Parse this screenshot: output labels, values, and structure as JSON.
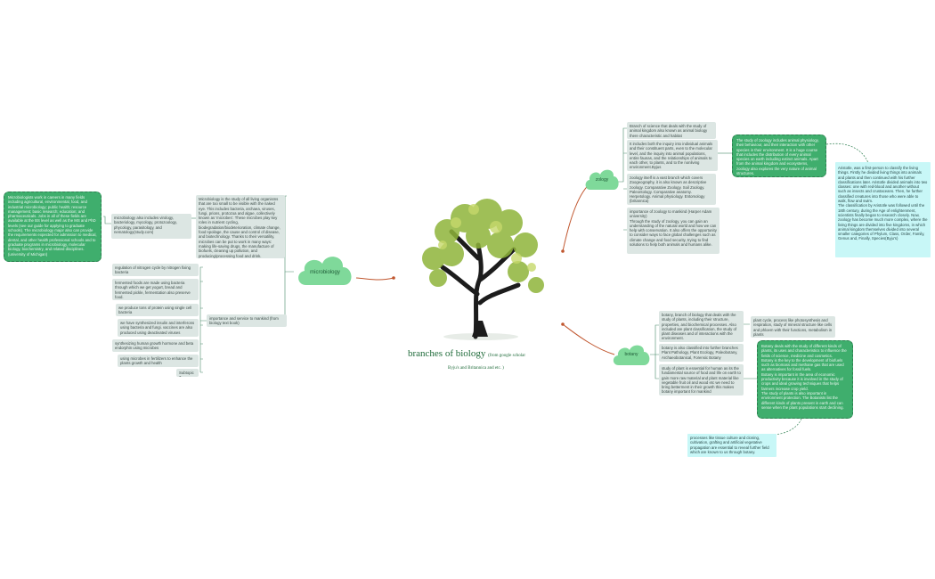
{
  "central": {
    "title": "branches of biology",
    "source": "(from google scholar",
    "source2": "Byju's and Britannica and etc. )"
  },
  "colors": {
    "cloud": "#7fd99a",
    "connector": "#c0562e",
    "grey_box": "#dce6e3",
    "green_box": "#3fae6d",
    "cyan_box": "#c8f7f7",
    "tree_foliage": "#8fb43a",
    "tree_trunk": "#1c1c1c"
  },
  "icons": {
    "central_image": "tree-illustration"
  },
  "microbiology": {
    "label": "microbiology",
    "definition": "Microbiology is the study of all living organisms that are too small to be visible with the naked eye. This includes bacteria, archaea, viruses, fungi, prions, protozoa and algae, collectively known as 'microbes'. These microbes play key roles in nutrient cycling, biodegradation/biodeterioration, climate change, food spoilage, the cause and control of disease, and biotechnology. Thanks to their versatility, microbes can be put to work in many ways: making life-saving drugs, the manufacture of biofuels, cleaning up pollution, and producing/processing food and drink.",
    "also_includes": "microbiology also includes virology, bacteriology, mycology, protozoology, phycology, parasitology, and nematology(study.com)",
    "careers": "Microbiologists work in careers in many fields including agricultural, environmental, food, and industrial microbiology; public health; resource management; basic research; education; and pharmaceuticals. Jobs in all of these fields are available at the BS level as well as the MS and PhD levels (see our guide for applying to graduate schools). The microbiology major also can provide the requirements expected for admission to medical, dental, and other health professional schools and to graduate programs in microbiology, molecular biology, biochemistry, and related disciplines.(university of Michigan)",
    "importance_label": "importance and service to mankind (from biology text book)",
    "importance_items": [
      "regulation of nitrogen cycle by nitrogen fixing bacteria",
      "fermented foods are made using bacteria through which we get yogurt, bread and fermented pickle, fermentation also preserve food.",
      "we produce tons of protein using single cell bacteria",
      "we have synthesized insulin and interferons using bacteria and fungi. vaccines are also produced using deactivated viruses",
      "synthesizing human growth hormone and beta endorphin using microbes",
      "using microbes in fertilizers to enhance the plants growth and health",
      "Subtopic 7"
    ]
  },
  "zoology": {
    "label": "zology",
    "items": [
      "Branch of science that deals with the study of animal kingdom also known as animal biology there characteristic and habitat",
      "It includes both the inquiry into individual animals and their constituent parts, even to the molecular level, and the inquiry into animal populations, entire faunas, and the relationships of animals to each other, to plants, and to the nonliving environment.Byjus",
      "zoology itself is a vast branch which covers Zoogeography, it is also known as descriptive zoology. Comparative Zoology. Soil Zoology. Paleontology. Comparative anatomy. Herpetology. Animal physiology. Entomology (britannica)",
      "importance of zoology to mankind (Harper Adam university)\nThrough the study of zoology, you can gain an understanding of the natural world and how we can help with conservation. It also offers the opportunity to consider ways to face global challenges such as climate change and food security, trying to find solutions to help both animals and humans alike."
    ],
    "green_note": "The study of zoology includes animal physiology, their behaviour, and their interaction with other species in their environment. It is a huge course that includes the distribution of every animal species on earth including extinct animals. Apart from the animal kingdom and ecosystems, zoology also explores the very nature of animal structures.",
    "cyan_note": "Aristotle, was a first-person to classify the living things. Firstly he divided living things into animals and plants and then continued with his further classifications later. Aristotle divided animals into two classes: one with red-blood and another without such as insects and crustaceans. Then, he further classified creatures into those who were able to walk, flow and swim.\nThe classification by Aristotle was followed until the 18th century, during the Age of enlightenment, scientists finally began to research closely. Now, zoology has become much more complex, where the living things are divided into five kingdoms, in which animal kingdom themselves divided into several smaller categories of Phylum, Class, Order, Family, Genus and, Finally, Species(Byju's)"
  },
  "botany": {
    "label": "botany",
    "items": [
      "botany, branch of biology that deals with the study of plants, including their structure, properties, and biochemical processes. Also included are plant classification, the study of plant diseases and of interactions with the environment.",
      "botany is also classified into further branches Plant Pathology, Plant Ecology, Paleobotany, Archaeobotanical, Forensic Botany",
      "study of plant is essential for human as its the fundamental source of food and life on earth to gain more raw material and plant material like vegetable fruit oil and wood etc we need to bring betterment in their growth this makes botany important for mankind"
    ],
    "side_note": "plant cycle, process like photosynthesis and respiration, study of mineral structure like cells and phloem with their functions, metabolism in plants",
    "green_note": "Botany deals with the study of different kinds of plants, its uses and characteristics to influence the fields of science, medicine and cosmetics.\nBotany is the key to the development of biofuels such as biomass and methane gas that are used as alternatives for fossil fuels.\nBotany is important in the area of economic productivity because it is involved in the study of crops and ideal growing techniques that helps farmers increase crop yield.\nThe study of plants is also important in environment protection. The Botanists list the different kinds of plants present in earth and can sense when the plant populations start declining.",
    "cyan_note": "processes like tissue culture and cloning, cultivation, grafting and artificial vegetative propagation are essential to reveal further field which are known to us through botany."
  }
}
